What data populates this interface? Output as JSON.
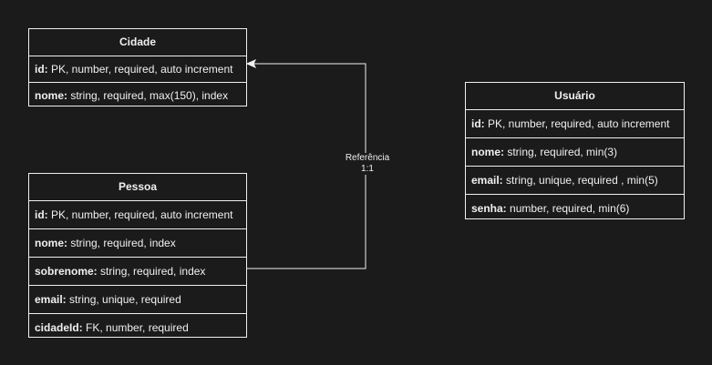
{
  "entities": {
    "cidade": {
      "title": "Cidade",
      "fields": [
        {
          "name": "id:",
          "desc": " PK, number, required, auto increment"
        },
        {
          "name": "nome:",
          "desc": " string, required, max(150), index"
        }
      ]
    },
    "pessoa": {
      "title": "Pessoa",
      "fields": [
        {
          "name": "id:",
          "desc": " PK, number, required, auto increment"
        },
        {
          "name": "nome:",
          "desc": " string, required, index"
        },
        {
          "name": "sobrenome:",
          "desc": " string, required, index"
        },
        {
          "name": "email:",
          "desc": " string, unique, required"
        },
        {
          "name": "cidadeId:",
          "desc": " FK, number, required"
        }
      ]
    },
    "usuario": {
      "title": "Usuário",
      "fields": [
        {
          "name": "id:",
          "desc": " PK, number, required, auto increment"
        },
        {
          "name": "nome:",
          "desc": " string, required, min(3)"
        },
        {
          "name": "email:",
          "desc": " string, unique, required , min(5)"
        },
        {
          "name": "senha:",
          "desc": " number, required, min(6)"
        }
      ]
    }
  },
  "relation": {
    "label_line1": "Referência",
    "label_line2": "1:1"
  },
  "colors": {
    "background": "#1b1b1b",
    "stroke": "#f0f0f0"
  }
}
